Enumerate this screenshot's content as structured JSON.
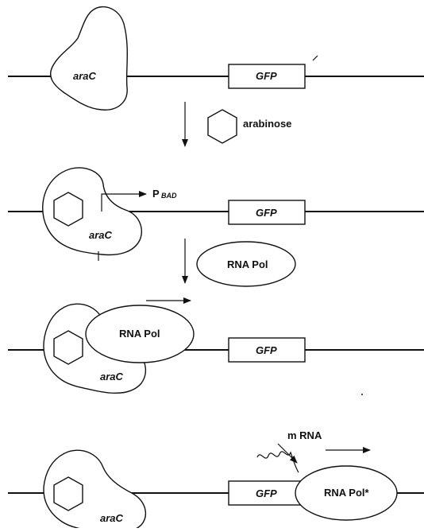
{
  "labels": {
    "araC": "araC",
    "gfp": "GFP",
    "arabinose": "arabinose",
    "promoter_p": "P",
    "promoter_sub": "BAD",
    "rna_pol": "RNA Pol",
    "rna_pol_star": "RNA Pol*",
    "mrna": "m RNA"
  }
}
